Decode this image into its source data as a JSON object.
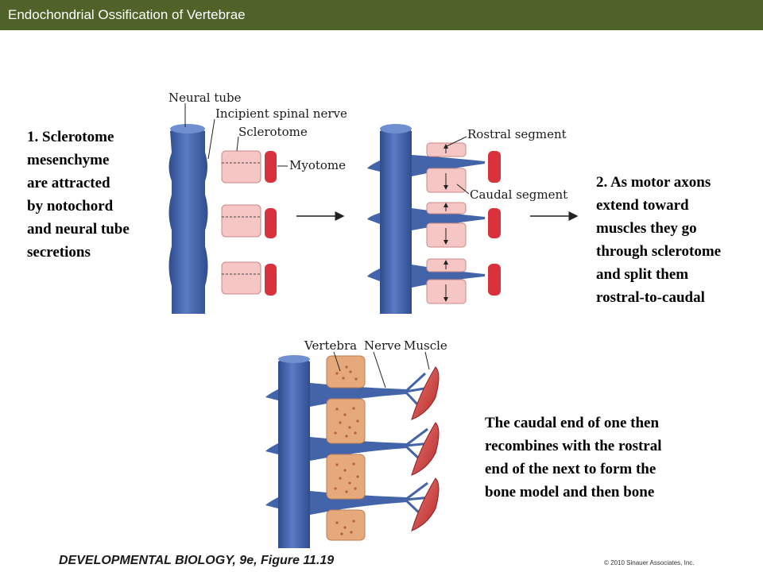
{
  "header": {
    "title": "Endochondrial Ossification of Vertebrae"
  },
  "text_blocks": {
    "step1": "1. Sclerotome\nmesenchyme\nare attracted\nby notochord\nand neural tube\nsecretions",
    "step2": "2. As motor axons\nextend toward\nmuscles they go\nthrough sclerotome\nand split them\nrostral-to-caudal",
    "step3": "The caudal end of one then\nrecombines with the rostral\nend of the next to form the\nbone model and then bone"
  },
  "figure_labels": {
    "neural_tube": "Neural tube",
    "incipient_spinal_nerve": "Incipient spinal nerve",
    "sclerotome": "Sclerotome",
    "myotome": "Myotome",
    "rostral_segment": "Rostral segment",
    "caudal_segment": "Caudal segment",
    "vertebra": "Vertebra",
    "nerve": "Nerve",
    "muscle": "Muscle"
  },
  "footer": {
    "citation": "DEVELOPMENTAL BIOLOGY, 9e, Figure 11.19",
    "copyright": "© 2010 Sinauer Associates, Inc."
  },
  "colors": {
    "header_bg": "#4f6228",
    "neural_tube": "#4464aa",
    "sclerotome": "#f5c6c4",
    "myotome": "#d9323c",
    "vertebra": "#e6a97c",
    "muscle": "#d24a4a"
  }
}
